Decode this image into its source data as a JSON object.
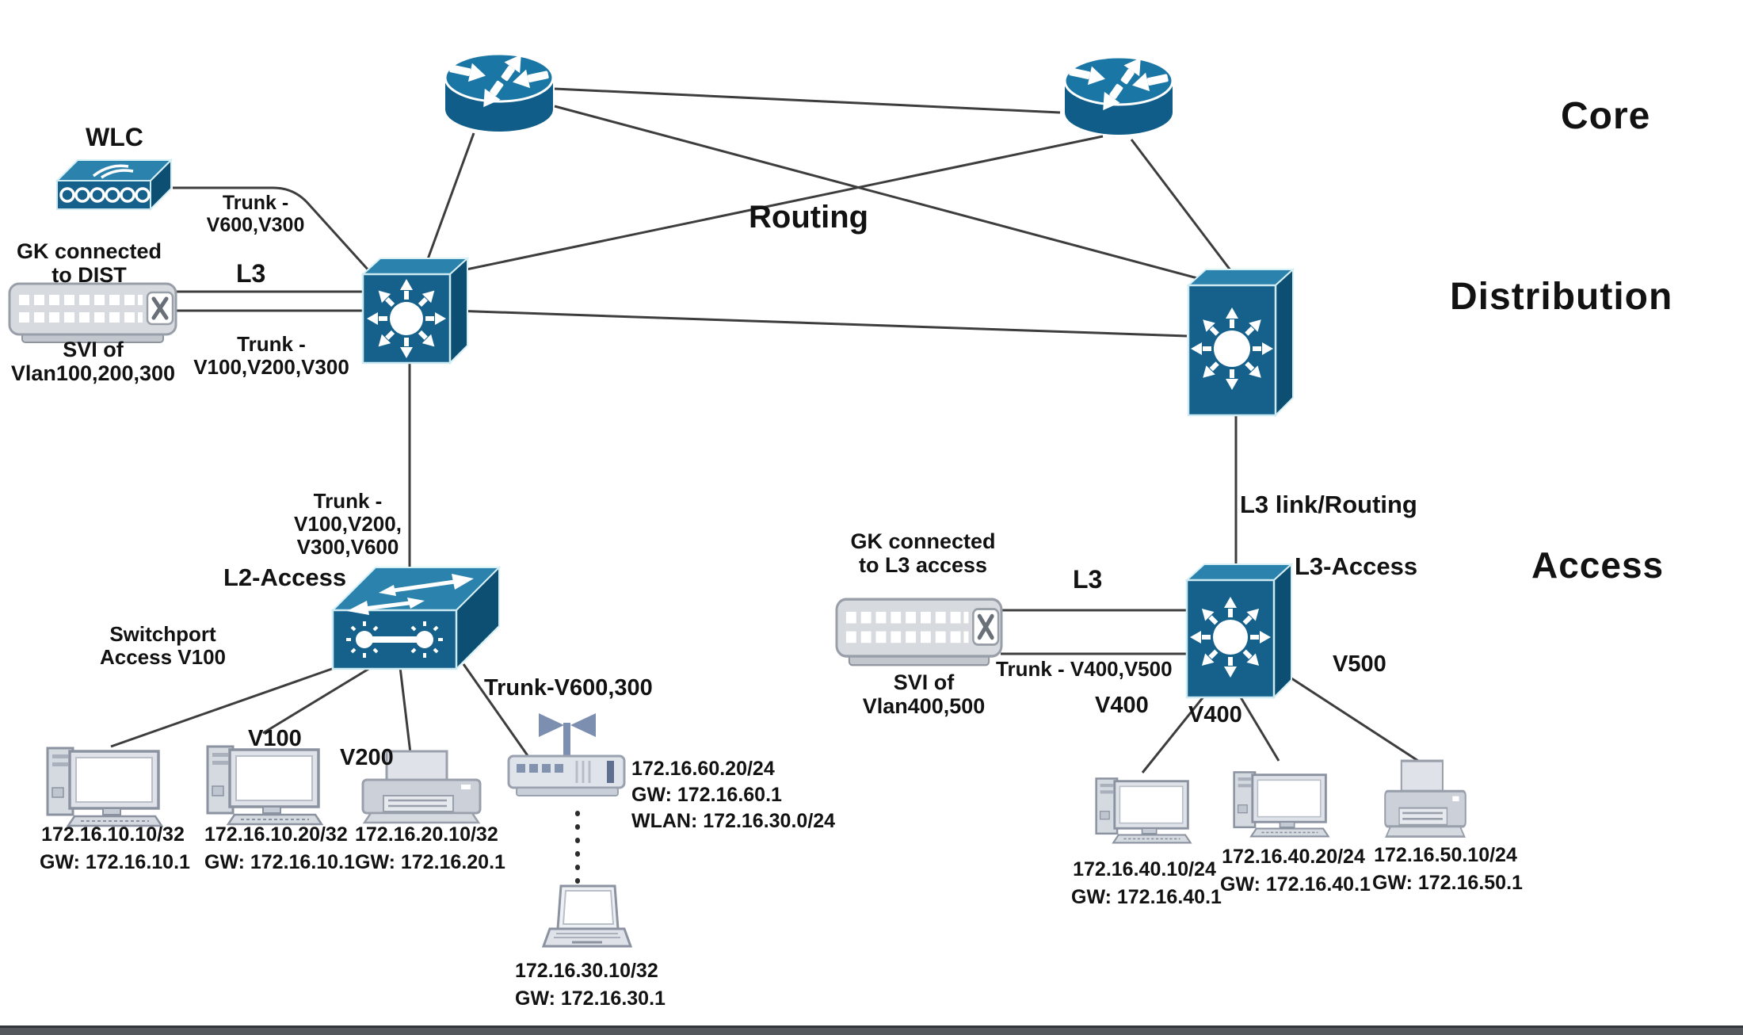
{
  "layers": {
    "core": "Core",
    "distribution": "Distribution",
    "access": "Access"
  },
  "core_section": {
    "routing_label": "Routing"
  },
  "wlc": {
    "label": "WLC",
    "trunk_line1": "Trunk -",
    "trunk_line2": "V600,V300"
  },
  "gk_dist": {
    "line1": "GK connected",
    "line2": "to DIST",
    "svi1": "SVI of",
    "svi2": "Vlan100,200,300",
    "l3": "L3",
    "trunk1": "Trunk -",
    "trunk2": "V100,V200,V300"
  },
  "dist_downlink": {
    "line1": "Trunk -",
    "line2": "V100,V200,",
    "line3": "V300,V600"
  },
  "l2_access": {
    "label": "L2-Access",
    "switchport1": "Switchport",
    "switchport2": "Access V100",
    "v100": "V100",
    "v200": "V200",
    "trunk_ap": "Trunk-V600,300"
  },
  "right_side": {
    "l3_link": "L3 link/Routing",
    "gk1": "GK connected",
    "gk2": "to L3 access",
    "svi1": "SVI of",
    "svi2": "Vlan400,500",
    "l3": "L3",
    "trunk": "Trunk - V400,V500",
    "l3_access": "L3-Access",
    "v400a": "V400",
    "v400b": "V400",
    "v500": "V500"
  },
  "endpoints": {
    "pc1": {
      "ip": "172.16.10.10/32",
      "gw": "GW: 172.16.10.1"
    },
    "pc2": {
      "ip": "172.16.10.20/32",
      "gw": "GW: 172.16.10.1"
    },
    "printer1": {
      "ip": "172.16.20.10/32",
      "gw": "GW: 172.16.20.1"
    },
    "ap": {
      "ip": "172.16.60.20/24",
      "gw": "GW: 172.16.60.1",
      "wlan": "WLAN: 172.16.30.0/24"
    },
    "laptop": {
      "ip": "172.16.30.10/32",
      "gw": "GW: 172.16.30.1"
    },
    "pc3": {
      "ip": "172.16.40.10/24",
      "gw": "GW: 172.16.40.1"
    },
    "pc4": {
      "ip": "172.16.40.20/24",
      "gw": "GW: 172.16.40.1"
    },
    "printer2": {
      "ip": "172.16.50.10/24",
      "gw": "GW: 172.16.50.1"
    }
  },
  "colors": {
    "device_blue_front": "#15618c",
    "device_blue_top": "#2b83ad",
    "device_blue_side": "#0d4f73",
    "router_top": "#1a76a5",
    "router_body": "#0f5d88",
    "wire": "#3d3d3d",
    "gray_device": "#d7dadf",
    "text": "#121212"
  }
}
